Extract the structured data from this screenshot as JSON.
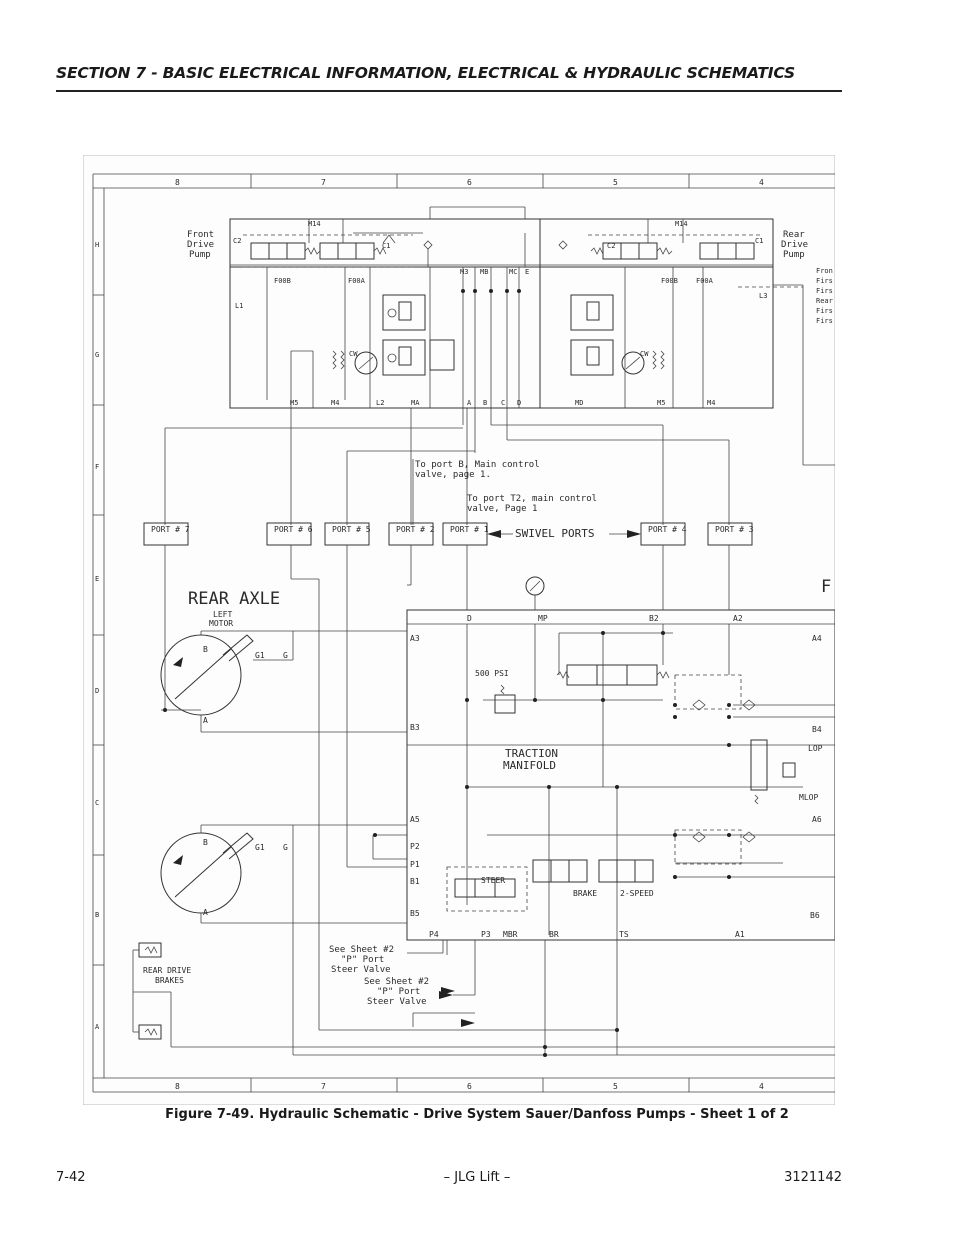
{
  "header": {
    "title": "SECTION 7 - BASIC ELECTRICAL INFORMATION, ELECTRICAL & HYDRAULIC SCHEMATICS"
  },
  "caption": "Figure 7-49.  Hydraulic Schematic - Drive System Sauer/Danfoss Pumps - Sheet 1 of 2",
  "footer": {
    "page_number": "7-42",
    "brand": "– JLG Lift –",
    "doc_number": "3121142"
  },
  "schematic": {
    "grid_columns": [
      "8",
      "7",
      "6",
      "5",
      "4"
    ],
    "grid_rows": [
      "H",
      "G",
      "F",
      "E",
      "D",
      "C",
      "B",
      "A"
    ],
    "front_pump_label": [
      "Front",
      "Drive",
      "Pump"
    ],
    "rear_pump_label": [
      "Rear",
      "Drive",
      "Pump"
    ],
    "pump_labels": {
      "c2": "C2",
      "c1": "C1",
      "m14": "M14",
      "f00b": "F00B",
      "f00a": "F00A",
      "l1": "L1",
      "l3": "L3",
      "cw": "CW",
      "m3": "M3",
      "mb": "MB",
      "mc": "MC",
      "e": "E",
      "m5": "M5",
      "m4": "M4",
      "l2": "L2",
      "ma": "MA",
      "a": "A",
      "b": "B",
      "c": "C",
      "d": "D",
      "md": "MD"
    },
    "right_edge_labels": [
      "Fron",
      "Firs",
      "Firs",
      "Rear",
      "Firs",
      "Firs"
    ],
    "notes": {
      "port_b": [
        "To port B, Main control",
        "valve, page 1."
      ],
      "port_t2": [
        "To port T2, main control",
        "valve, Page 1"
      ],
      "swivel": "SWIVEL PORTS"
    },
    "ports": [
      "PORT # 7",
      "PORT # 6",
      "PORT # 5",
      "PORT # 2",
      "PORT # 1",
      "PORT # 4",
      "PORT # 3"
    ],
    "rear_axle": "REAR AXLE",
    "left_motor": [
      "LEFT",
      "MOTOR"
    ],
    "motor_labels": {
      "b": "B",
      "a": "A",
      "g1": "G1",
      "g": "G"
    },
    "manifold": {
      "title": [
        "TRACTION",
        "MANIFOLD"
      ],
      "psi": "500 PSI",
      "steer": "STEER",
      "brake": "BRAKE",
      "two_speed": "2-SPEED",
      "ports_left": [
        "A3",
        "B3",
        "A5",
        "P2",
        "P1",
        "B1",
        "B5"
      ],
      "ports_top": [
        "D",
        "MP",
        "B2",
        "A2"
      ],
      "ports_right": [
        "A4",
        "B4",
        "LOP",
        "MLOP",
        "A6",
        "B6"
      ],
      "ports_bottom": [
        "P4",
        "P3",
        "MBR",
        "BR",
        "TS",
        "A1"
      ],
      "big_f": "F"
    },
    "sheet_notes": [
      [
        "See Sheet #2",
        "\"P\" Port",
        "Steer Valve"
      ],
      [
        "See Sheet #2",
        "\"P\" Port",
        "Steer Valve"
      ]
    ],
    "rear_drive_brakes": [
      "REAR DRIVE",
      "BRAKES"
    ]
  }
}
